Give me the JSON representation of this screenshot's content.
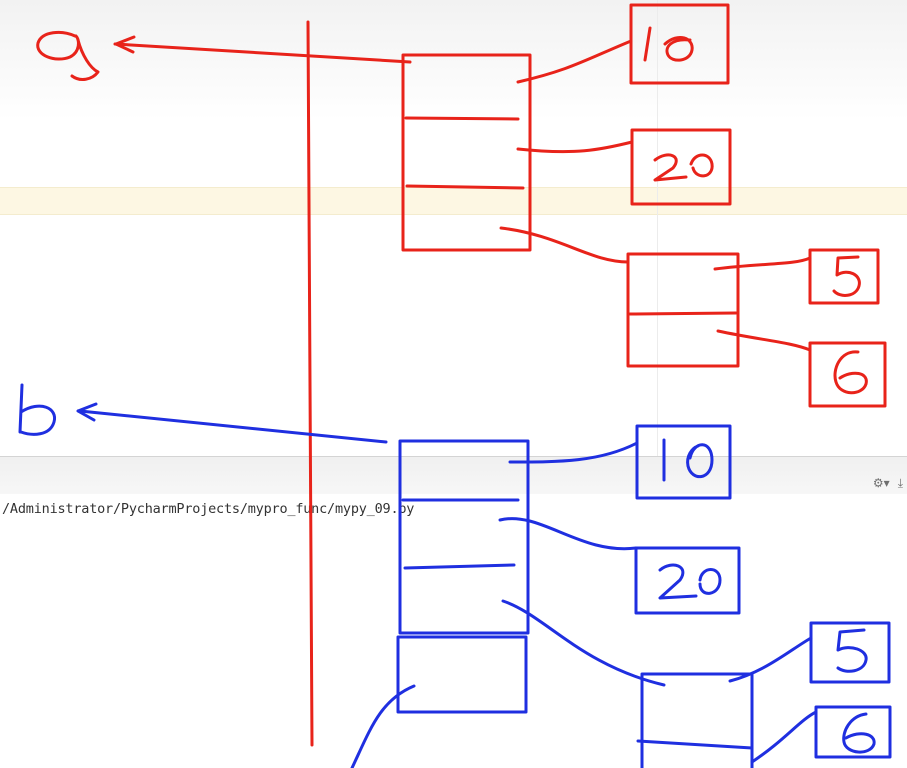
{
  "console": {
    "path_line": "/Administrator/PycharmProjects/mypro_func/mypy_09.py"
  },
  "run_toolbar": {
    "settings_icon": "gear-icon",
    "pin_icon": "download-icon"
  },
  "annotation": {
    "red": {
      "variable": "a",
      "values": [
        "10",
        "20",
        "5",
        "6"
      ]
    },
    "blue": {
      "variable": "b",
      "values": [
        "10",
        "20",
        "5",
        "6"
      ]
    }
  },
  "colors": {
    "red_ink": "#e8231a",
    "blue_ink": "#1f2fe0",
    "caret_line": "#fdf7e3"
  }
}
